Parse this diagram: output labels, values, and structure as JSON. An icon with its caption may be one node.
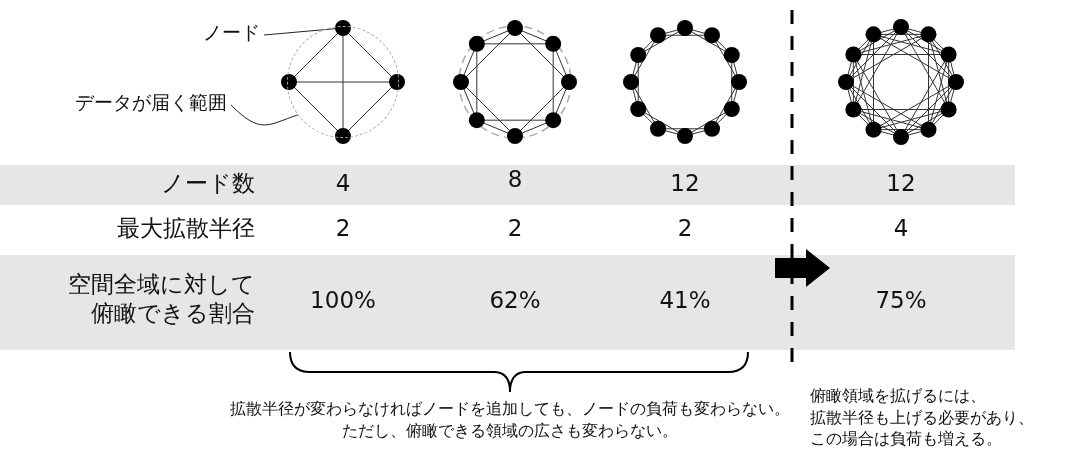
{
  "diagram": {
    "nodes": [
      {
        "text": [
          "ノード"
        ]
      },
      {
        "text": [],
        "shape": "circle"
      },
      {
        "text": [
          "データが届く範囲"
        ]
      },
      {
        "text": [],
        "shape": "circle"
      }
    ],
    "edges": [
      {
        "from": 0,
        "to": 1,
        "arrow": "none"
      },
      {
        "from": 2,
        "to": 3,
        "arrow": "none"
      }
    ],
    "labels": [
      "ノード数",
      "4",
      "8",
      "12",
      "12",
      "最大拡散半径",
      "2",
      "2",
      "2",
      "4",
      "空間全域に対して俯瞰できる割合",
      "100%",
      "62%",
      "41%",
      "75%",
      "拡散半径が変わらなければノードを追加しても、ノードの負荷も変わらない。ただし、俯瞰できる領域の広さも変わらない。",
      "俯瞰領域を拡げるには、拡散半径も上げる必要があり、この場合は負荷も増える。"
    ]
  }
}
